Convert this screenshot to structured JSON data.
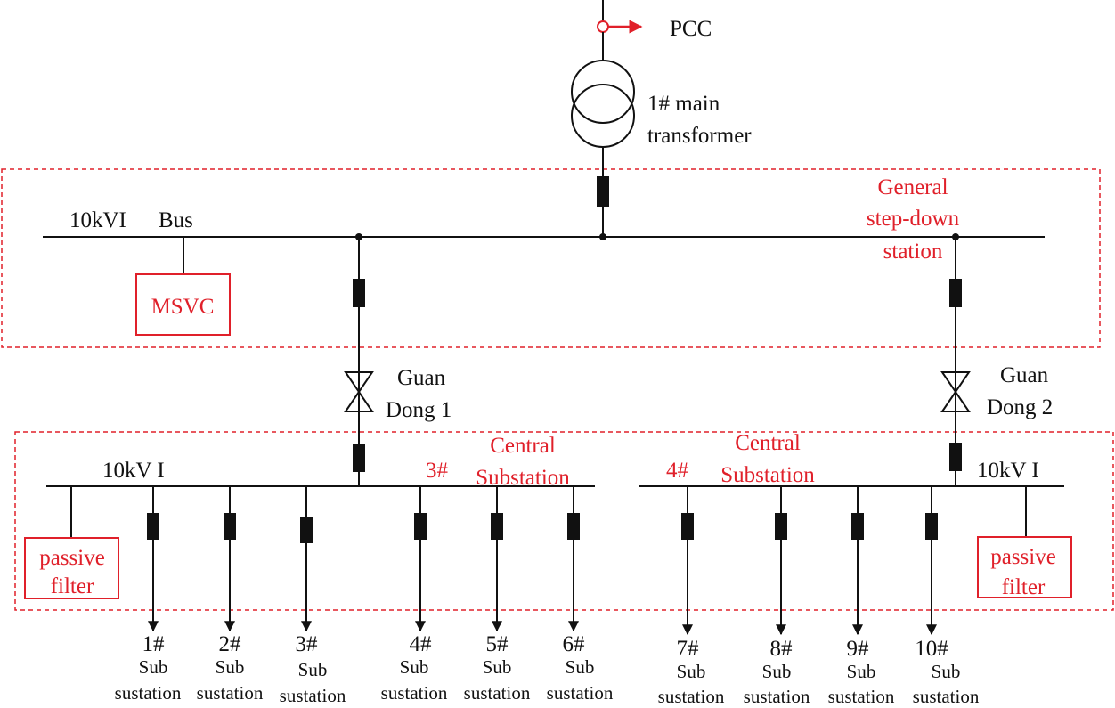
{
  "colors": {
    "accent": "#e0202a",
    "line": "#111111"
  },
  "labels": {
    "pcc": "PCC",
    "main_transformer_line1": "1#  main",
    "main_transformer_line2": "transformer",
    "general_line1": "General",
    "general_line2": "step-down",
    "general_line3": "station",
    "bus_10kvi": "10kVI",
    "bus_word": "Bus",
    "msvc": "MSVC",
    "guan_dong_1_line1": "Guan",
    "guan_dong_1_line2": "Dong 1",
    "guan_dong_2_line1": "Guan",
    "guan_dong_2_line2": "Dong 2",
    "left_bus": "10kV I",
    "right_bus": "10kV I",
    "central3_num": "3#",
    "central3_line1": "Central",
    "central3_line2": "Substation",
    "central4_num": "4#",
    "central4_line1": "Central",
    "central4_line2": "Substation",
    "passive_filter_left_line1": "passive",
    "passive_filter_left_line2": "filter",
    "passive_filter_right_line1": "passive",
    "passive_filter_right_line2": "filter"
  },
  "substations": [
    {
      "num": "1#",
      "line1": "Sub",
      "line2": "sustation"
    },
    {
      "num": "2#",
      "line1": "Sub",
      "line2": "sustation"
    },
    {
      "num": "3#",
      "line1": "Sub",
      "line2": "sustation"
    },
    {
      "num": "4#",
      "line1": "Sub",
      "line2": "sustation"
    },
    {
      "num": "5#",
      "line1": "Sub",
      "line2": "sustation"
    },
    {
      "num": "6#",
      "line1": "Sub",
      "line2": "sustation"
    },
    {
      "num": "7#",
      "line1": "Sub",
      "line2": "sustation"
    },
    {
      "num": "8#",
      "line1": "Sub",
      "line2": "sustation"
    },
    {
      "num": "9#",
      "line1": "Sub",
      "line2": "sustation"
    },
    {
      "num": "10#",
      "line1": "Sub",
      "line2": "sustation"
    }
  ]
}
